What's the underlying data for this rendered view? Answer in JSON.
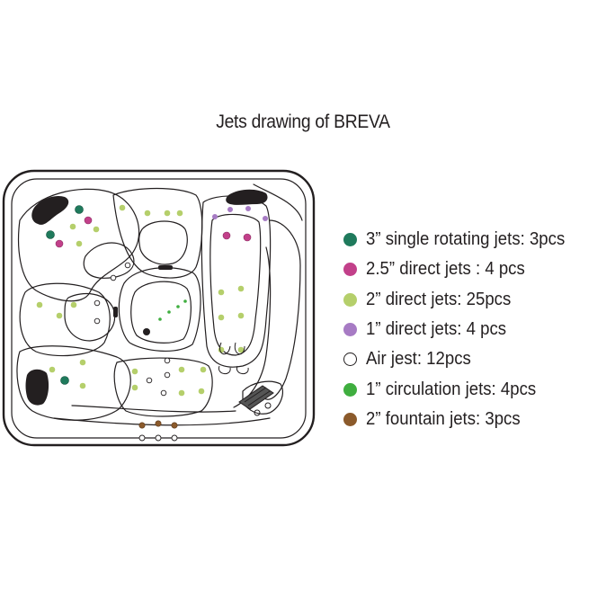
{
  "title": "Jets drawing of BREVA",
  "legend": [
    {
      "label": "3” single rotating jets: 3pcs",
      "color": "#1f7a5c",
      "type": "filled"
    },
    {
      "label": "2.5” direct jets : 4 pcs",
      "color": "#c2408a",
      "type": "filled"
    },
    {
      "label": "2” direct jets: 25pcs",
      "color": "#b5cf6b",
      "type": "filled"
    },
    {
      "label": "1” direct jets: 4 pcs",
      "color": "#a77bc4",
      "type": "filled"
    },
    {
      "label": "Air jest: 12pcs",
      "color": "#ffffff",
      "type": "hollow"
    },
    {
      "label": "1” circulation jets: 4pcs",
      "color": "#3fae3f",
      "type": "filled"
    },
    {
      "label": "2” fountain jets: 3pcs",
      "color": "#8b5a2b",
      "type": "filled"
    }
  ],
  "colors": {
    "outline": "#231f20",
    "pillow": "#231f20"
  }
}
